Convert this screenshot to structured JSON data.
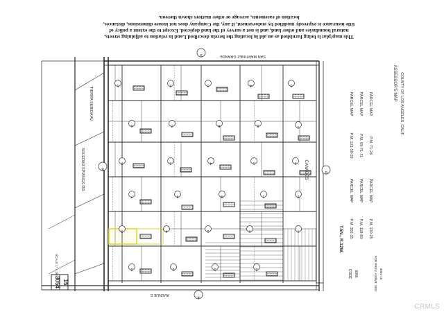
{
  "disclaimer": {
    "lines": [
      "This map/plat is being furnished as an aid in locating the herein described Land in relation to adjoining streets,",
      "natural boundaries and other land, and is not a survey of the land depicted. Except to the extent a policy of",
      "title insurance is expressly modified by endorsement, if any, the Company does not insure dimensions, distances,",
      "location of easements, acreage or other matters shown thereon."
    ]
  },
  "book_page": {
    "book": "3054",
    "page": "15"
  },
  "scale_note": "SCALE 1\" = 200'",
  "assessor_block": {
    "title": "ASSESSOR'S MAP",
    "county": "COUNTY OF LOS ANGELES, CALIF."
  },
  "township": "T.5N., R.12W.",
  "parcel_maps_right": [
    {
      "label": "PARCEL MAP",
      "ref": "P.M. 121-58-59"
    },
    {
      "label": "PARCEL MAP",
      "ref": "P.M. 69-71-71"
    },
    {
      "label": "PARCEL MAP",
      "ref": "P.M. 71-24"
    }
  ],
  "parcel_maps_left": [
    {
      "label": "PARCEL MAP",
      "ref": "P.M. 302-35"
    },
    {
      "label": "PARCEL MAP",
      "ref": "P.M. 118-89"
    },
    {
      "label": "PARCEL MAP",
      "ref": "P.M. 130-25"
    }
  ],
  "code_note": {
    "label": "CODE",
    "value": "6966"
  },
  "prev_assmt_note": {
    "label": "FOR PREV. ASSMT. SEE:",
    "value": "3054-15"
  },
  "streets": [
    "TIERRA SUBIDA AV.",
    "SAN MARTINEZ GRANDE",
    "CANADES",
    "SOLEDAD SPRINGS RD.",
    "AVENUE E"
  ],
  "block_numbers": [
    "5",
    "6",
    "8",
    "4",
    "10"
  ],
  "watermark": "CRMLS",
  "colors": {
    "ink": "#2a2a2a",
    "highlight": "#e3d92e",
    "paper": "#ffffff"
  }
}
